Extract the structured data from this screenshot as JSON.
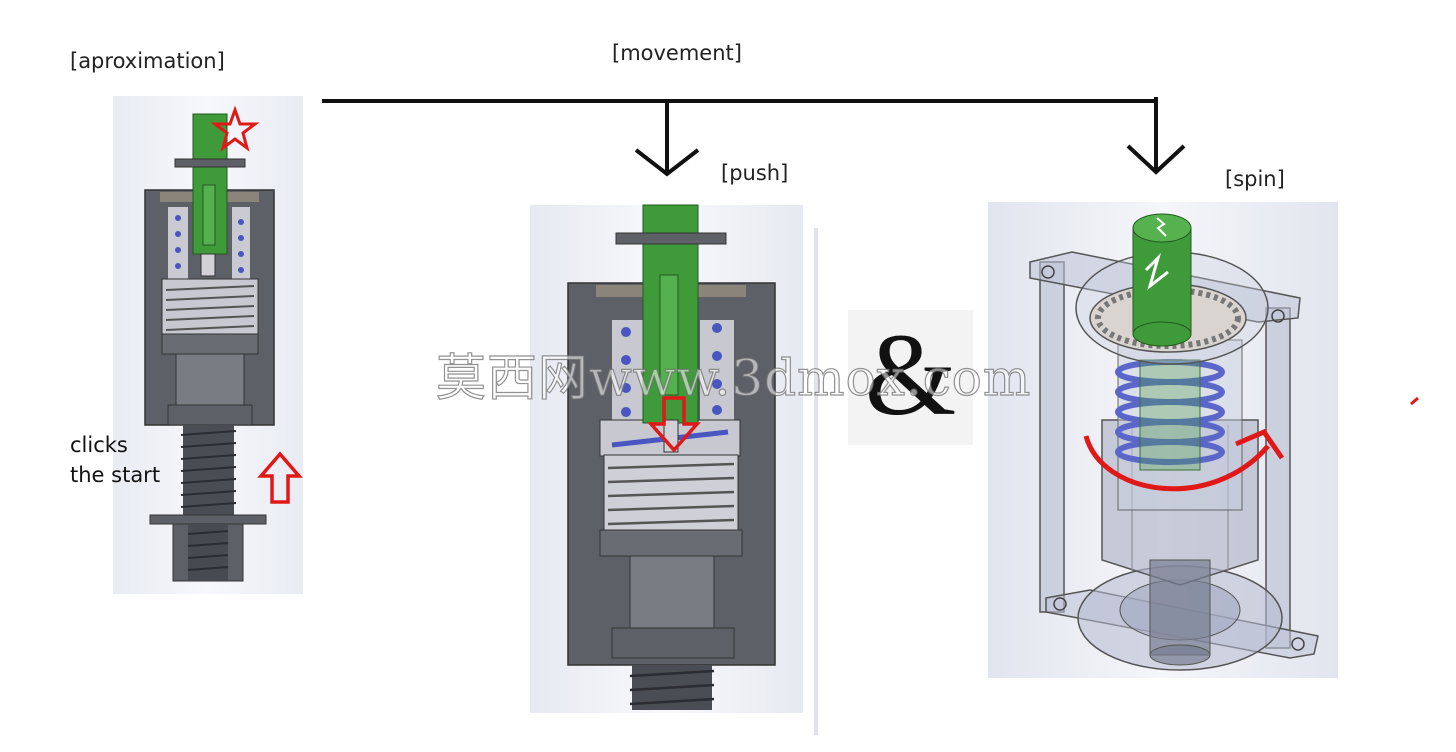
{
  "labels": {
    "approximation": "[aproximation]",
    "movement": "[movement]",
    "push": "[push]",
    "spin": "[spin]",
    "clicks_line1": "clicks",
    "clicks_line2": "the start",
    "ampersand": "&",
    "watermark": "莫西网www.3dmox.com"
  },
  "colors": {
    "shaft_green": "#3f9b3a",
    "housing_gray": "#5e6068",
    "spring_blue": "#5a66c8",
    "marker_red": "#e01818",
    "arrow_black": "#111111"
  },
  "icons": {
    "start_marker": "star-icon",
    "approach_arrow": "up-arrow-icon",
    "push_arrow": "down-arrow-icon",
    "spin_arrow": "curved-rotation-arrow-icon"
  }
}
